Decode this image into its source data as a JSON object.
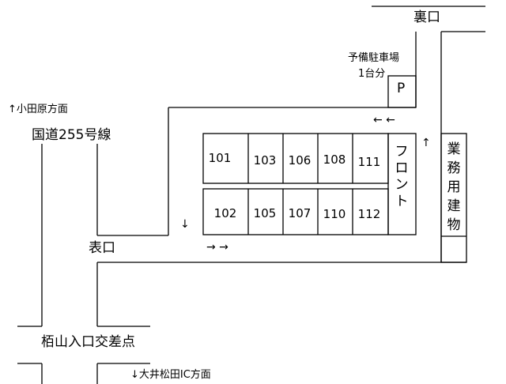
{
  "labels": {
    "back_entrance": "裏口",
    "reserve_parking": "予備駐車場",
    "reserve_parking_count": "1台分",
    "parking_symbol": "P",
    "to_odawara": "↑小田原方面",
    "route255": "国道255号線",
    "front_entrance": "表口",
    "intersection": "栢山入口交差点",
    "to_oimatsuda": "↓大井松田IC方面",
    "front_desk": "フロント",
    "service_building": "業務用建物"
  },
  "arrows": {
    "left_arrows": "← ←",
    "up_arrow": "↑",
    "down_arrow": "↓",
    "right_arrows": "→ →"
  },
  "rooms_top": [
    "101",
    "103",
    "106",
    "108",
    "111"
  ],
  "rooms_bottom": [
    "102",
    "105",
    "107",
    "110",
    "112"
  ]
}
